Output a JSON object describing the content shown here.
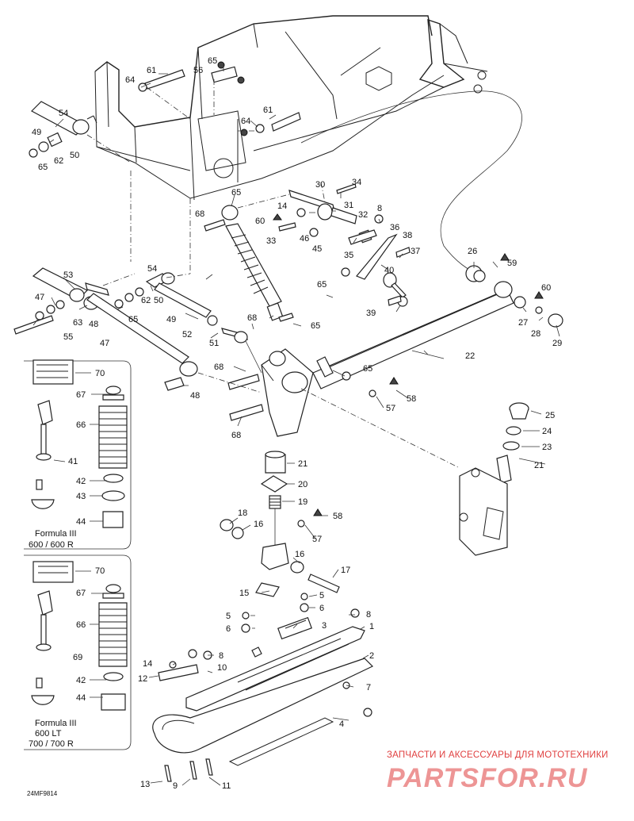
{
  "diagram": {
    "code": "24MF9814",
    "inset1_caption_line1": "Formula III",
    "inset1_caption_line2": "600 / 600 R",
    "inset2_caption_line1": "Formula III",
    "inset2_caption_line2": "600 LT",
    "inset2_caption_line3": "700 / 700 R",
    "watermark_top": "ЗАПЧАСТИ И АКСЕССУАРЫ ДЛЯ МОТОТЕХНИКИ",
    "watermark_logo": "PARTSFOR.RU",
    "watermark_color": "#e04040",
    "labels": {
      "l1": "1",
      "l2": "2",
      "l3": "3",
      "l4": "4",
      "l5a": "5",
      "l5b": "5",
      "l6a": "6",
      "l6b": "6",
      "l7": "7",
      "l8a": "8",
      "l8b": "8",
      "l9": "9",
      "l10": "10",
      "l11": "11",
      "l12": "12",
      "l13": "13",
      "l14a": "14",
      "l14b": "14",
      "l15": "15",
      "l16a": "16",
      "l16b": "16",
      "l17": "17",
      "l18": "18",
      "l19": "19",
      "l20": "20",
      "l21a": "21",
      "l21b": "21",
      "l22": "22",
      "l23": "23",
      "l24": "24",
      "l25": "25",
      "l26": "26",
      "l27": "27",
      "l28": "28",
      "l29": "29",
      "l30": "30",
      "l31": "31",
      "l32": "32",
      "l33": "33",
      "l34": "34",
      "l35": "35",
      "l36": "36",
      "l37": "37",
      "l38": "38",
      "l39": "39",
      "l40": "40",
      "l41": "41",
      "l42a": "42",
      "l42b": "42",
      "l43": "43",
      "l44a": "44",
      "l44b": "44",
      "l45": "45",
      "l46": "46",
      "l47a": "47",
      "l47b": "47",
      "l48a": "48",
      "l48b": "48",
      "l49a": "49",
      "l49b": "49",
      "l50a": "50",
      "l50b": "50",
      "l51": "51",
      "l52": "52",
      "l53": "53",
      "l54a": "54",
      "l54b": "54",
      "l55": "55",
      "l56": "56",
      "l57a": "57",
      "l57b": "57",
      "l58a": "58",
      "l58b": "58",
      "l59": "59",
      "l60a": "60",
      "l60b": "60",
      "l61a": "61",
      "l61b": "61",
      "l62a": "62",
      "l62b": "62",
      "l63": "63",
      "l64a": "64",
      "l64b": "64",
      "l65a": "65",
      "l65b": "65",
      "l65c": "65",
      "l65d": "65",
      "l65e": "65",
      "l65f": "65",
      "l65g": "65",
      "l66a": "66",
      "l66b": "66",
      "l67a": "67",
      "l67b": "67",
      "l68a": "68",
      "l68b": "68",
      "l68c": "68",
      "l68d": "68",
      "l69": "69",
      "l70a": "70",
      "l70b": "70"
    }
  }
}
